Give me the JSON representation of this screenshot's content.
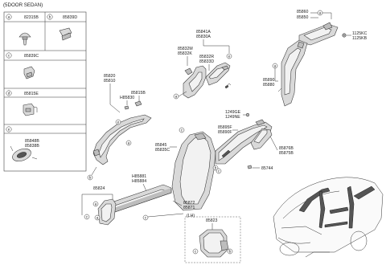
{
  "variant_label": "(5DOOR SEDAN)",
  "legend": {
    "a": {
      "letter": "a",
      "code": "82315B"
    },
    "b": {
      "letter": "b",
      "code": "85839D"
    },
    "c": {
      "letter": "c",
      "code": "85839C"
    },
    "d": {
      "letter": "d",
      "code": "85815E"
    },
    "e": {
      "letter": "e",
      "code1": "85848B",
      "code2": "85838B"
    }
  },
  "parts": {
    "p85860": "85860",
    "p85850": "85850",
    "p1125KC": "1125KC",
    "p1125KB": "1125KB",
    "p85841A": "85841A",
    "p85830A": "85830A",
    "p85832M": "85832M",
    "p85832K": "85832K",
    "p85832R": "85832R",
    "p85833D": "85833D",
    "p85890": "85890",
    "p85880": "85880",
    "p85820": "85820",
    "p85810": "85810",
    "p85815B": "85815B",
    "pH85830": "H85830",
    "p1249GE": "1249GE",
    "p1249NE": "1249NE",
    "p85895F": "85895F",
    "p85890F": "85890F",
    "p85845": "85845",
    "p85835C": "85835C",
    "p85876B": "85876B",
    "p85875B": "85875B",
    "p85744": "85744",
    "pH85881": "H85881",
    "pH85884": "H85884",
    "p85824": "85824",
    "p85872": "85872",
    "p85871": "85871",
    "lh_label": "(LH)",
    "p85823": "85823"
  }
}
